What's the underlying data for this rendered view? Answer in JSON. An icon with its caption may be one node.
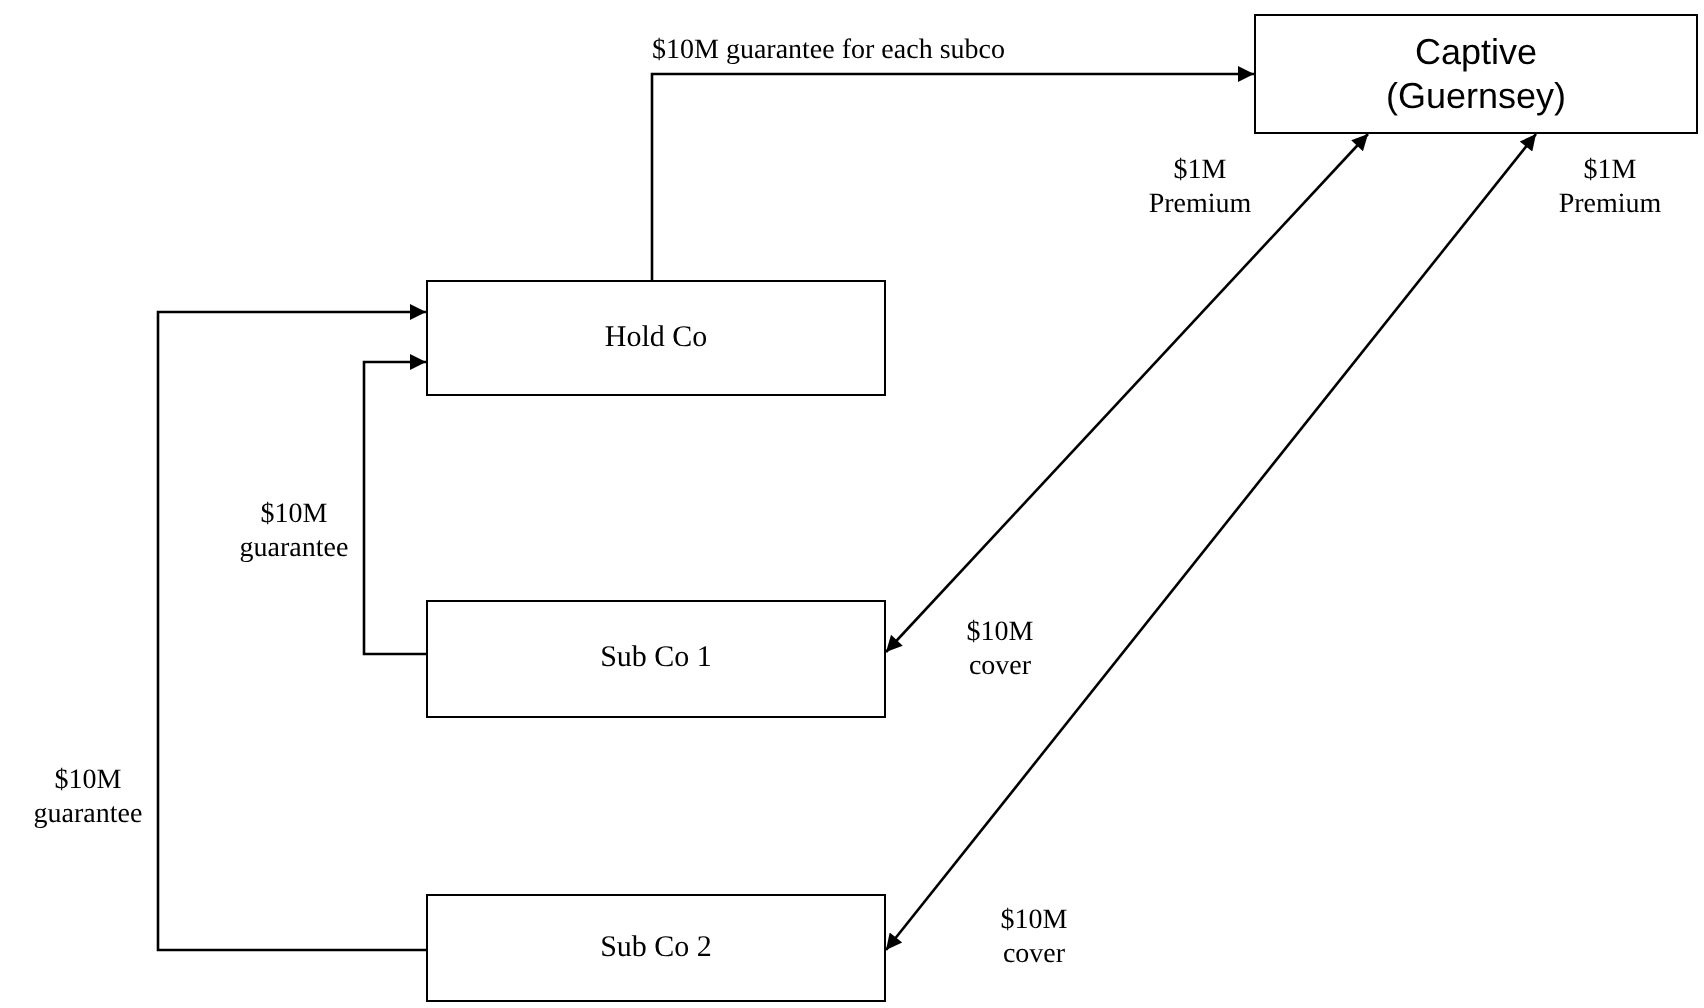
{
  "diagram": {
    "nodes": [
      {
        "text": [
          "Captive (Guernsey)"
        ]
      },
      {
        "text": [
          "Hold Co"
        ]
      },
      {
        "text": [
          "Sub Co 1"
        ]
      },
      {
        "text": [
          "Sub Co 2"
        ]
      }
    ],
    "edges": [
      {
        "from": 1,
        "to": 0,
        "arrow": "to",
        "label": "$10M guarantee for each subco"
      },
      {
        "from": 2,
        "to": 1,
        "arrow": "to",
        "label": "$10M guarantee"
      },
      {
        "from": 3,
        "to": 1,
        "arrow": "to",
        "label": "$10M guarantee"
      },
      {
        "from": 0,
        "to": 2,
        "arrow": "both",
        "label": "$1M Premium"
      },
      {
        "from": 0,
        "to": 3,
        "arrow": "both",
        "label": "$1M Premium"
      }
    ],
    "labels": [
      "$10M cover",
      "$10M cover"
    ]
  }
}
